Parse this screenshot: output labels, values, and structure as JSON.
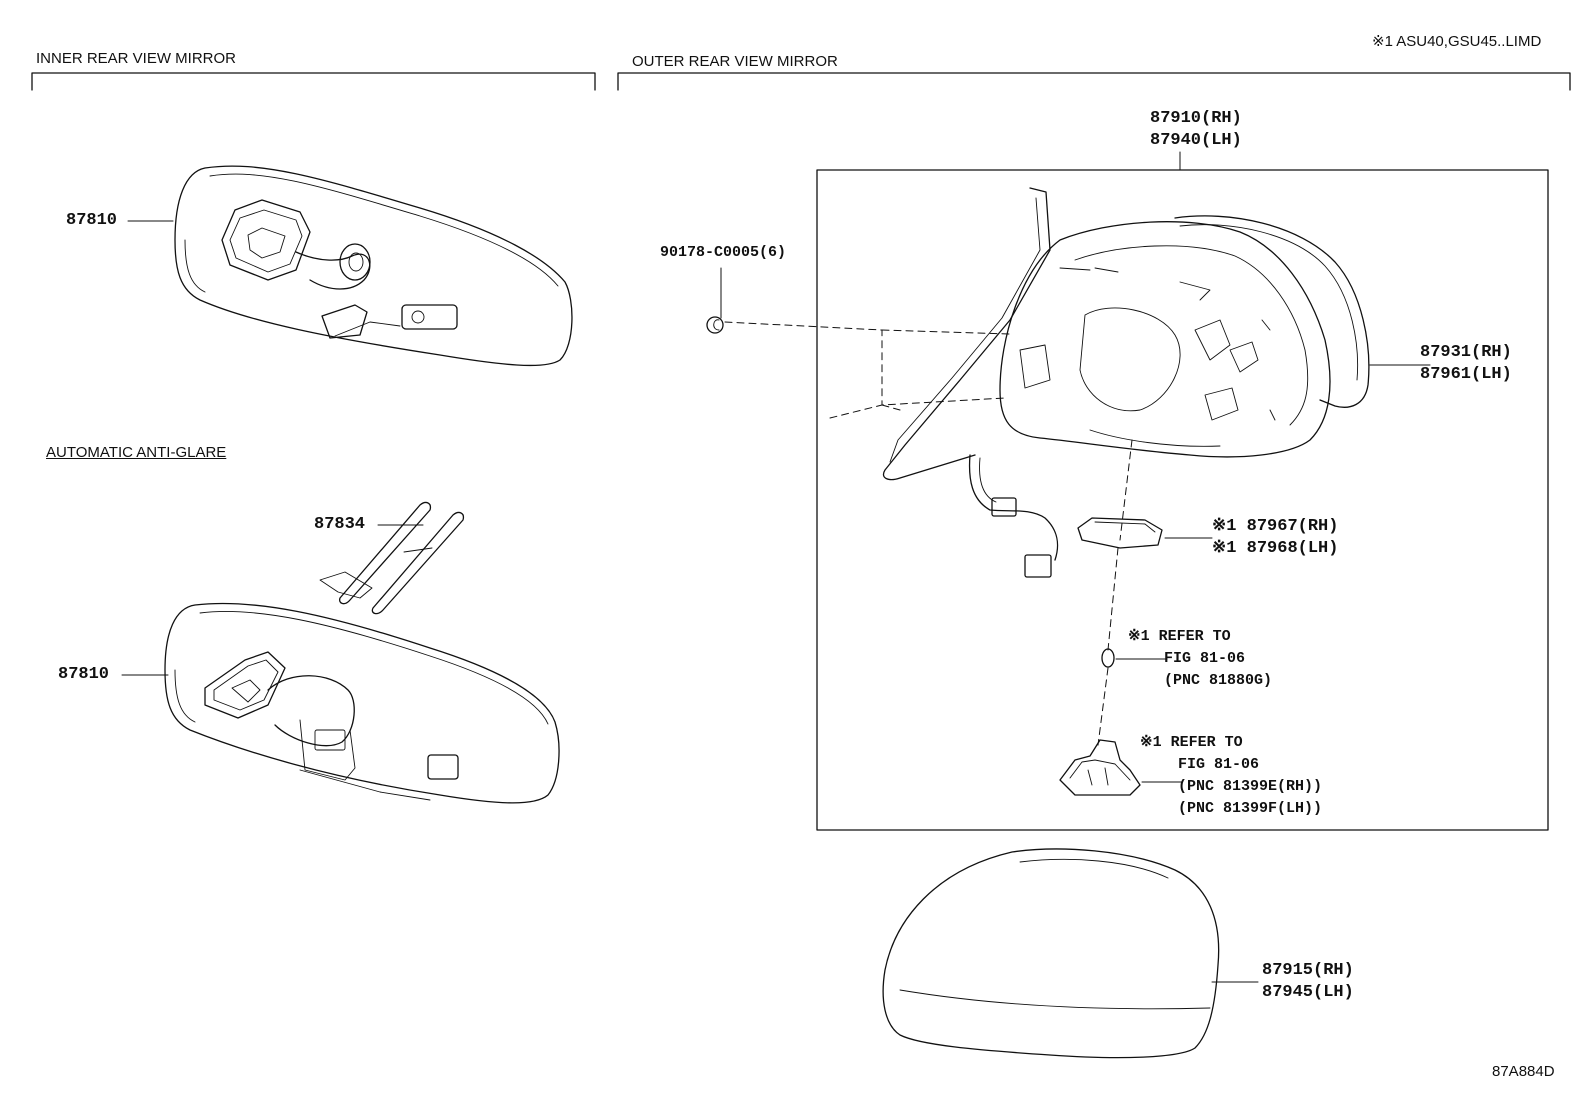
{
  "header": {
    "note": "※1 ASU40,GSU45..LIMD",
    "inner_section_title": "INNER REAR VIEW MIRROR",
    "outer_section_title": "OUTER REAR VIEW MIRROR",
    "auto_anti_glare_title": "AUTOMATIC ANTI-GLARE"
  },
  "parts": {
    "inner_mirror_upper": "87810",
    "inner_mirror_lower": "87810",
    "clip": "87834",
    "screw": "90178-C0005(6)",
    "outer_mirror_rh": "87910(RH)",
    "outer_mirror_lh": "87940(LH)",
    "mirror_glass_rh": "87931(RH)",
    "mirror_glass_lh": "87961(LH)",
    "lamp_cover_rh": "※1 87967(RH)",
    "lamp_cover_lh": "※1 87968(LH)",
    "bulb_ref_1": "※1 REFER TO",
    "bulb_ref_2": "FIG 81-06",
    "bulb_ref_3": "(PNC 81880G)",
    "socket_ref_1": "※1 REFER TO",
    "socket_ref_2": "FIG 81-06",
    "socket_ref_3": "(PNC 81399E(RH))",
    "socket_ref_4": "(PNC 81399F(LH))",
    "cover_rh": "87915(RH)",
    "cover_lh": "87945(LH)"
  },
  "footer": {
    "drawing_code": "87A884D"
  },
  "colors": {
    "line": "#111111",
    "background": "#ffffff"
  }
}
